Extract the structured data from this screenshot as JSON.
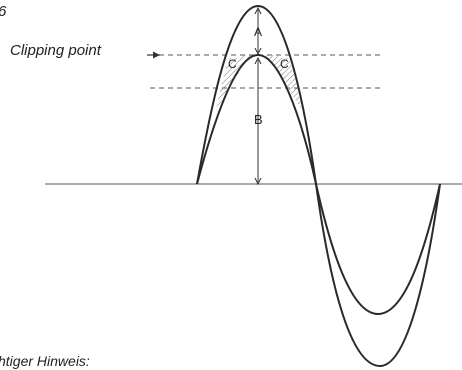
{
  "figure": {
    "number_fragment": "6",
    "clipping_label": "Clipping point",
    "label_a": "A",
    "label_b": "B",
    "label_c_left": "C",
    "label_c_right": "C",
    "footer_fragment": "htiger Hinweis:"
  },
  "colors": {
    "curve": "#2a2a2a",
    "axis": "#555555",
    "dashed": "#555555",
    "hatch": "#555555",
    "text": "#222222"
  }
}
